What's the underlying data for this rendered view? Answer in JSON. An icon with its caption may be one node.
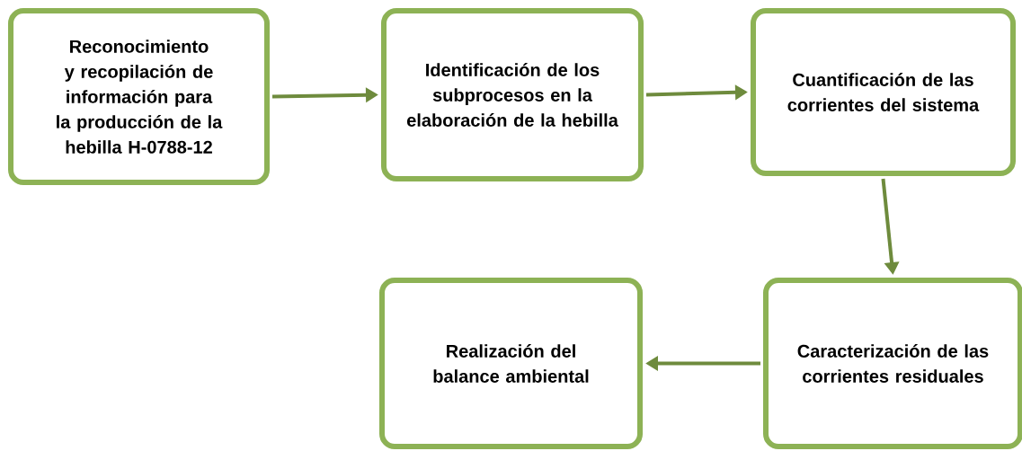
{
  "diagram": {
    "nodes": [
      {
        "text": [
          "Reconocimiento y recopilación de información para la producción de la hebilla H-0788-12"
        ]
      },
      {
        "text": [
          "Identificación de los subprocesos en la elaboración de la hebilla"
        ]
      },
      {
        "text": [
          "Cuantificación de las corrientes del sistema"
        ]
      },
      {
        "text": [
          "Caracterización de las corrientes residuales"
        ]
      },
      {
        "text": [
          "Realización del balance ambiental"
        ]
      }
    ],
    "edges": [
      {
        "from": 0,
        "to": 1,
        "arrow": "to"
      },
      {
        "from": 1,
        "to": 2,
        "arrow": "to"
      },
      {
        "from": 2,
        "to": 3,
        "arrow": "to"
      },
      {
        "from": 3,
        "to": 4,
        "arrow": "to"
      }
    ]
  }
}
